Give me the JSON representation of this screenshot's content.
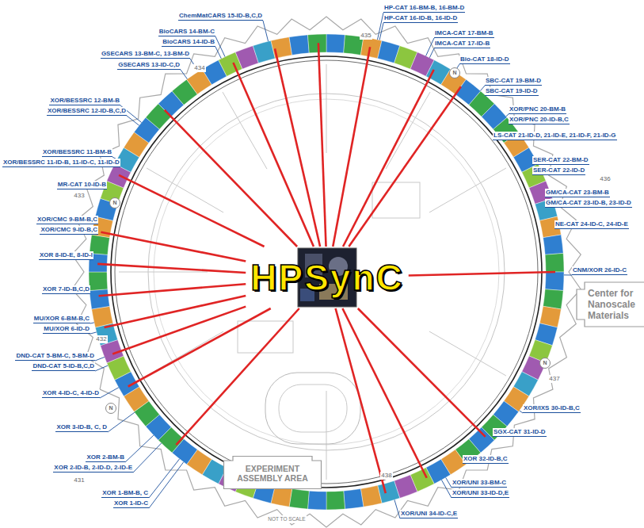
{
  "diagram": {
    "nodes": [
      {
        "text": [
          "HPSynC"
        ]
      },
      {
        "text": [
          "Center for Nanoscale Materials"
        ]
      },
      {
        "text": [
          "EXPERIMENT ASSEMBLY AREA"
        ]
      }
    ],
    "labels": [
      "ChemMatCARS 15-ID-B,C,D",
      "HP-CAT 16-BM-B, 16-BM-D",
      "HP-CAT 16-ID-B, 16-ID-D",
      "IMCA-CAT 17-BM-B",
      "IMCA-CAT 17-ID-B",
      "Bio-CAT 18-ID-D",
      "BioCARS 14-BM-C",
      "BioCARS 14-ID-B",
      "GSECARS 13-BM-C, 13-BM-D",
      "GSECARS 13-ID-C,D",
      "SBC-CAT 19-BM-D",
      "SBC-CAT 19-ID-D",
      "XOR/PNC 20-BM-B",
      "XOR/PNC 20-ID-B,C",
      "LS-CAT 21-ID-D, 21-ID-E, 21-ID-F, 21-ID-G",
      "SER-CAT 22-BM-D",
      "SER-CAT 22-ID-D",
      "GM/CA-CAT 23-BM-B",
      "GM/CA-CAT 23-ID-B, 23-ID-D",
      "NE-CAT 24-ID-C, 24-ID-E",
      "CNM/XOR 26-ID-C",
      "XOR/IXS 30-ID-B,C",
      "SGX-CAT 31-ID-D",
      "XOR 32-ID-B,C",
      "XOR/UNI 33-BM-C",
      "XOR/UNI 33-ID-D,E",
      "XOR/UNI 34-ID-C,E",
      "XOR/BESSRC 12-BM-B",
      "XOR/BESSRC 12-ID-B,C,D",
      "XOR/BESSRC 11-BM-B",
      "XOR/BESSRC 11-ID-B, 11-ID-C, 11-ID-D",
      "MR-CAT 10-ID-B",
      "XOR/CMC 9-BM-B,C",
      "XOR/CMC 9-ID-B,C",
      "XOR 8-ID-E, 8-ID-I",
      "XOR 7-ID-B,C,D",
      "MU/XOR 6-BM-B,C",
      "MU/XOR 6-ID-D",
      "DND-CAT 5-BM-C, 5-BM-D",
      "DND-CAT 5-ID-B,C,D",
      "XOR 4-ID-C, 4-ID-D",
      "XOR 3-ID-B, C, D",
      "XOR 2-BM-B",
      "XOR 2-ID-B, 2-ID-D, 2-ID-E",
      "XOR 1-BM-B, C",
      "XOR 1-ID-C",
      "434",
      "435",
      "436",
      "433",
      "432",
      "431",
      "437",
      "438",
      "N",
      "N",
      "N",
      "N",
      "NOT TO SCALE"
    ]
  }
}
